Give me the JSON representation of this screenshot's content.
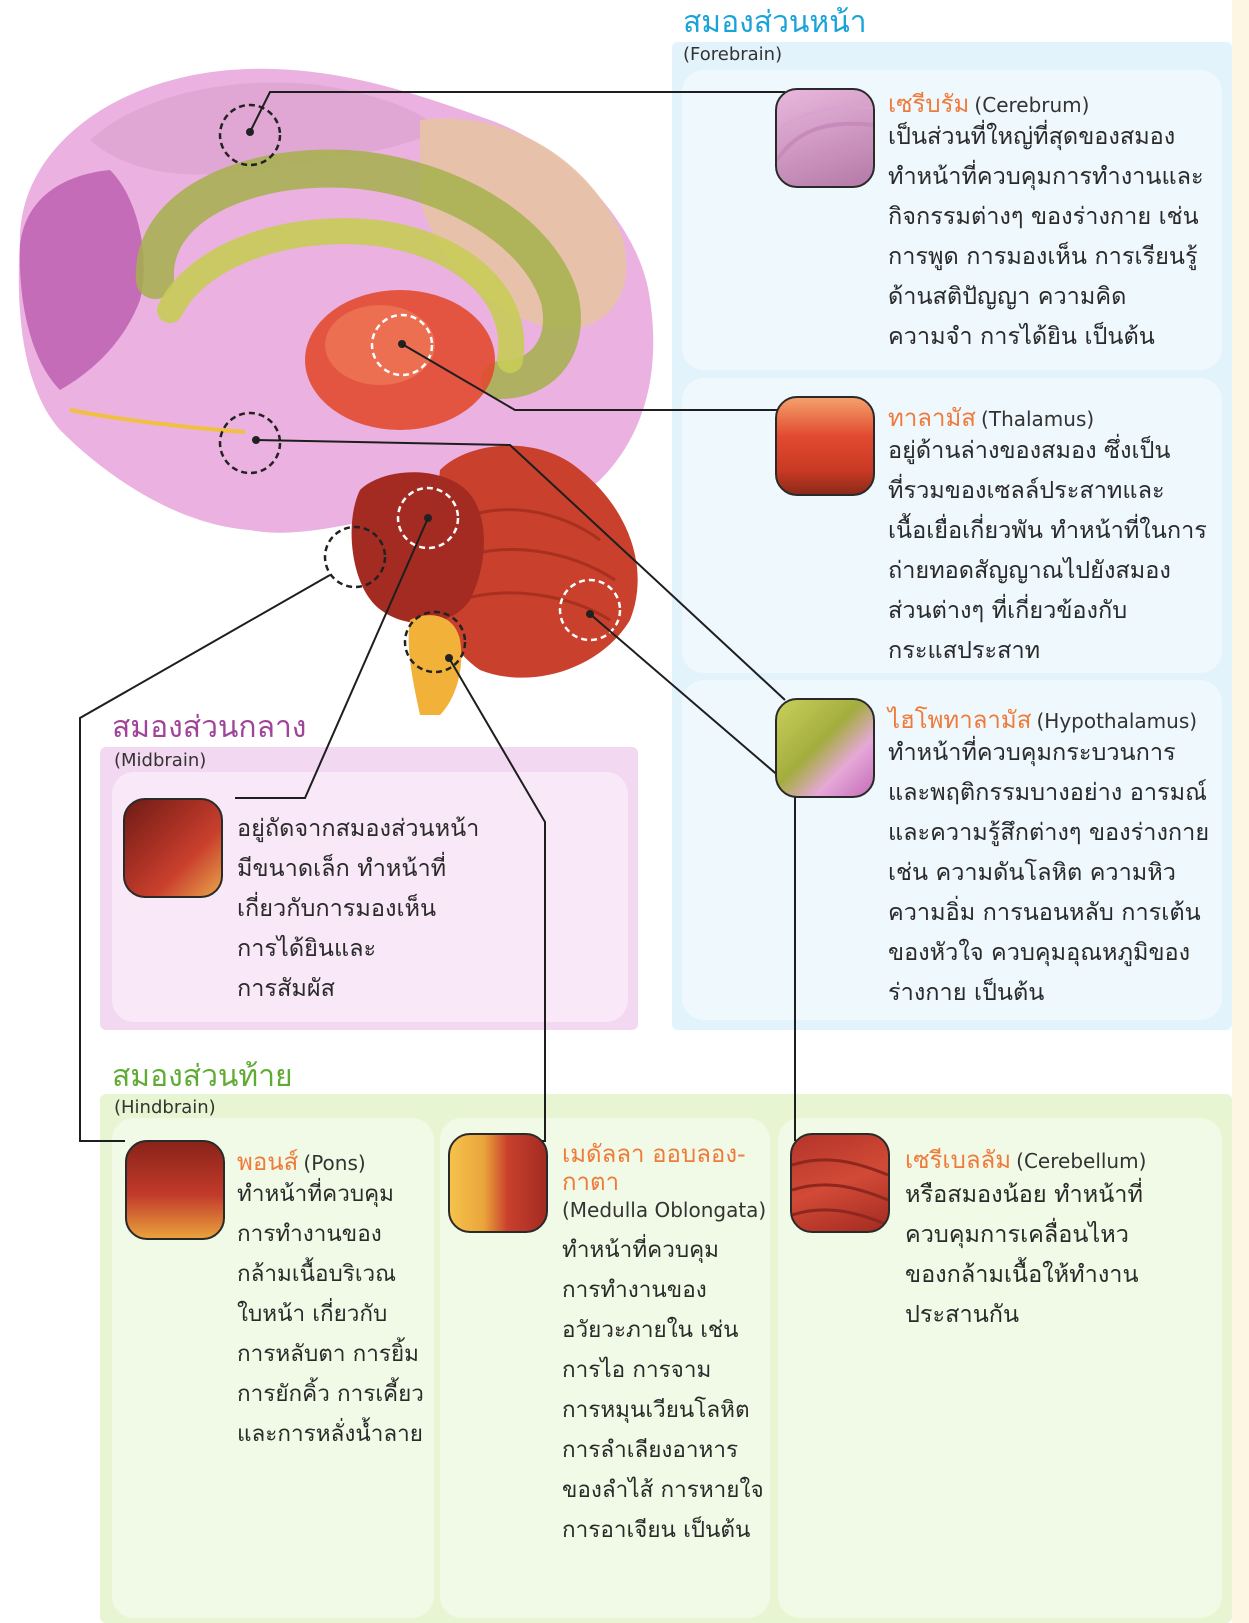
{
  "colors": {
    "forebrain_title": "#1aa3d9",
    "midbrain_title": "#a0449a",
    "hindbrain_title": "#5fab34",
    "forebrain_panel": "#e3f3fb",
    "midbrain_panel": "#f6dff4",
    "hindbrain_panel": "#eaf7d9",
    "part_heading": "#f07a3a"
  },
  "forebrain": {
    "title": "สมองส่วนหน้า",
    "subtitle": "(Forebrain)",
    "parts": [
      {
        "name_th": "เซรีบรัม",
        "name_en": "(Cerebrum)",
        "thumb_icon": "cerebrum-icon",
        "text": "เป็นส่วนที่ใหญ่ที่สุดของสมอง\nทำหน้าที่ควบคุมการทำงานและ\nกิจกรรมต่างๆ ของร่างกาย เช่น\nการพูด การมองเห็น การเรียนรู้\nด้านสติปัญญา ความคิด\nความจำ การได้ยิน เป็นต้น"
      },
      {
        "name_th": "ทาลามัส",
        "name_en": "(Thalamus)",
        "thumb_icon": "thalamus-icon",
        "text": "อยู่ด้านล่างของสมอง ซึ่งเป็น\nที่รวมของเซลล์ประสาทและ\nเนื้อเยื่อเกี่ยวพัน ทำหน้าที่ในการ\nถ่ายทอดสัญญาณไปยังสมอง\nส่วนต่างๆ ที่เกี่ยวข้องกับ\nกระแสประสาท"
      },
      {
        "name_th": "ไฮโพทาลามัส",
        "name_en": "(Hypothalamus)",
        "thumb_icon": "hypothalamus-icon",
        "text": "ทำหน้าที่ควบคุมกระบวนการ\nและพฤติกรรมบางอย่าง อารมณ์\nและความรู้สึกต่างๆ ของร่างกาย\nเช่น ความดันโลหิต ความหิว\nความอิ่ม การนอนหลับ การเต้น\nของหัวใจ ควบคุมอุณหภูมิของ\nร่างกาย เป็นต้น"
      }
    ]
  },
  "midbrain": {
    "title": "สมองส่วนกลาง",
    "subtitle": "(Midbrain)",
    "thumb_icon": "midbrain-icon",
    "text": "อยู่ถัดจากสมองส่วนหน้า\nมีขนาดเล็ก ทำหน้าที่\nเกี่ยวกับการมองเห็น\nการได้ยินและ\nการสัมผัส"
  },
  "hindbrain": {
    "title": "สมองส่วนท้าย",
    "subtitle": "(Hindbrain)",
    "parts": [
      {
        "name_th": "พอนส์",
        "name_en": "(Pons)",
        "thumb_icon": "pons-icon",
        "text": "ทำหน้าที่ควบคุม\nการทำงานของ\nกล้ามเนื้อบริเวณ\nใบหน้า เกี่ยวกับ\nการหลับตา การยิ้ม\nการยักคิ้ว การเคี้ยว\nและการหลั่งน้ำลาย"
      },
      {
        "name_th": "เมดัลลา ออบลอง-\nกาตา",
        "name_en": "(Medulla Oblongata)",
        "thumb_icon": "medulla-oblongata-icon",
        "text": "ทำหน้าที่ควบคุม\nการทำงานของ\nอวัยวะภายใน เช่น\nการไอ การจาม\nการหมุนเวียนโลหิต\nการลำเลียงอาหาร\nของลำไส้ การหายใจ\nการอาเจียน เป็นต้น"
      },
      {
        "name_th": "เซรีเบลลัม",
        "name_en": "(Cerebellum)",
        "thumb_icon": "cerebellum-icon",
        "text": "หรือสมองน้อย ทำหน้าที่\nควบคุมการเคลื่อนไหว\nของกล้ามเนื้อให้ทำงาน\nประสานกัน"
      }
    ]
  },
  "illustration": {
    "icon": "brain-anatomy-illustration"
  }
}
